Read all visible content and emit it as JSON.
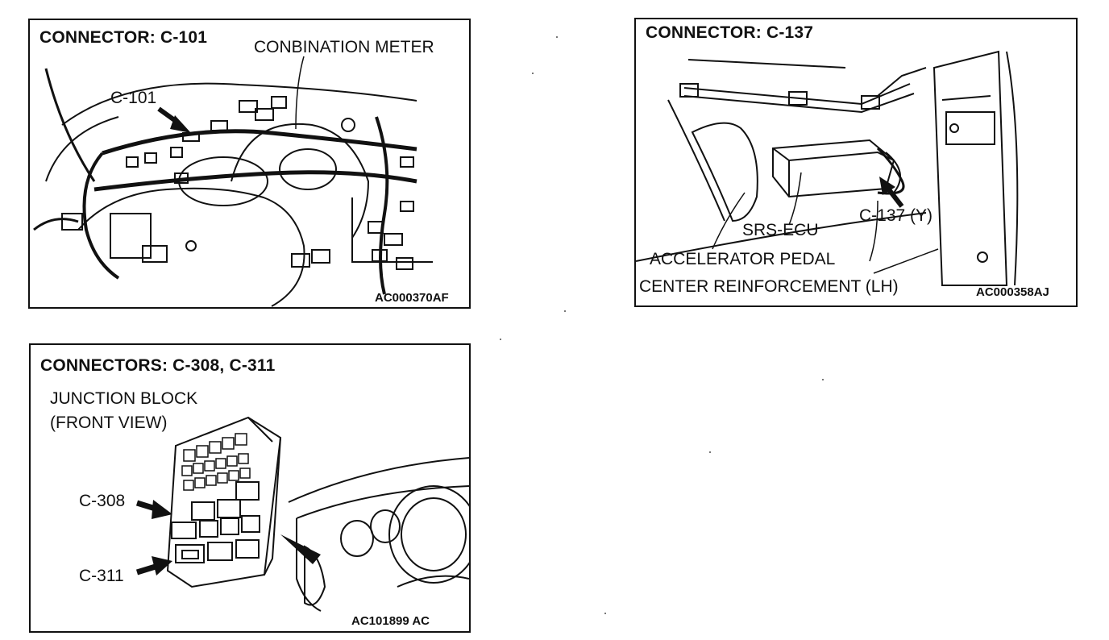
{
  "panels": {
    "p1": {
      "title": "CONNECTOR: C-101",
      "label_meter": "CONBINATION METER",
      "label_conn": "C-101",
      "code": "AC000370AF"
    },
    "p2": {
      "title": "CONNECTOR: C-137",
      "label_conn": "C-137 (Y)",
      "label_ecu": "SRS-ECU",
      "label_pedal": "ACCELERATOR PEDAL",
      "label_reinf": "CENTER REINFORCEMENT (LH)",
      "code": "AC000358AJ"
    },
    "p3": {
      "title": "CONNECTORS: C-308, C-311",
      "label_block_1": "JUNCTION BLOCK",
      "label_block_2": "(FRONT VIEW)",
      "label_c308": "C-308",
      "label_c311": "C-311",
      "code": "AC101899 AC"
    }
  }
}
